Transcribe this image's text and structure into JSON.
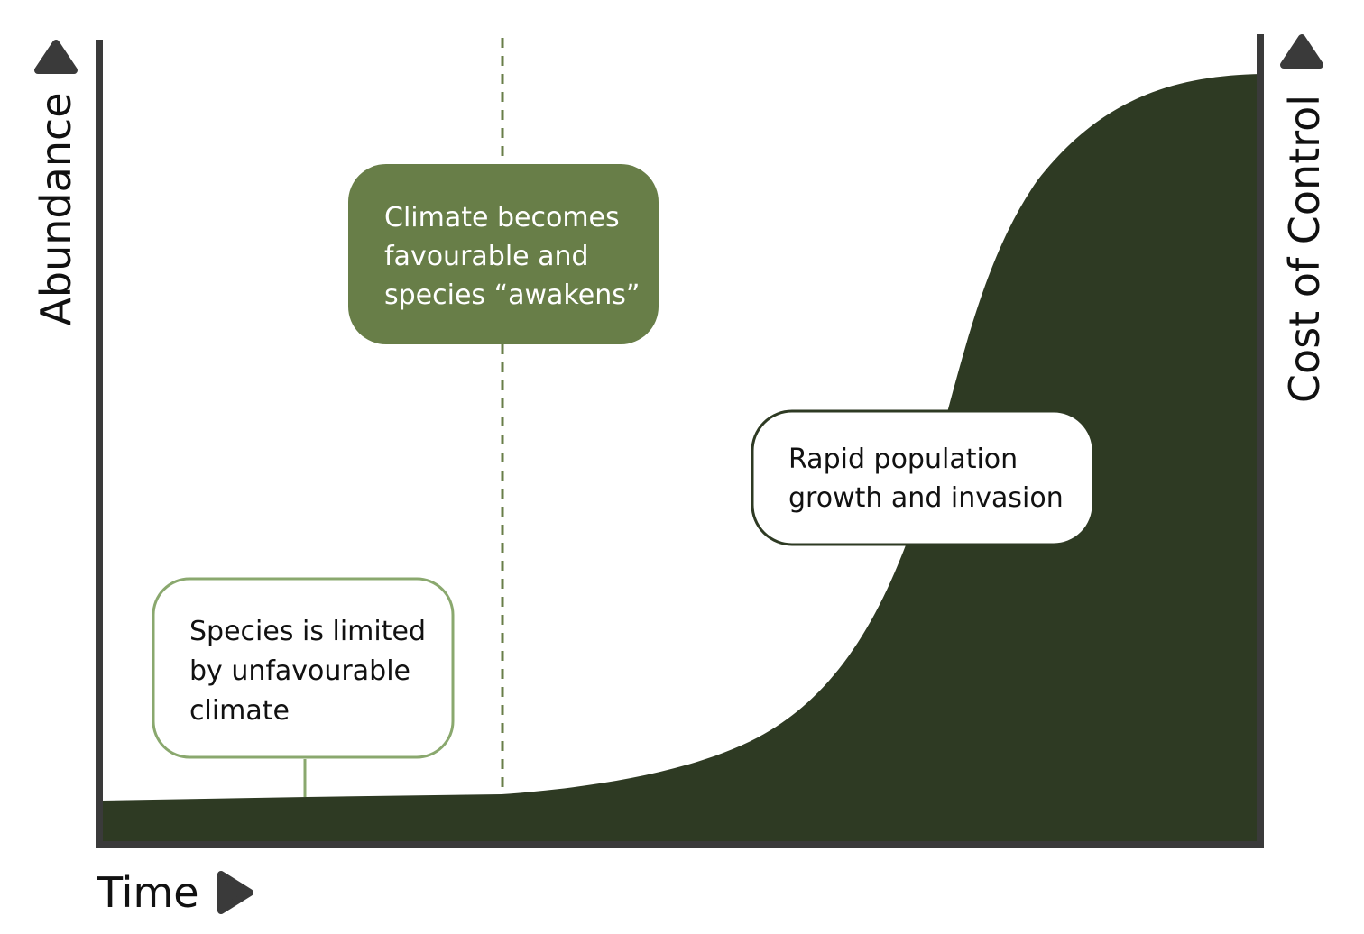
{
  "axes": {
    "x_label": "Time",
    "y_left_label": "Abundance",
    "y_right_label": "Cost of Control"
  },
  "callouts": [
    {
      "lines": [
        "Species is limited",
        "by unfavourable",
        "climate"
      ]
    },
    {
      "lines": [
        "Climate becomes",
        "favourable and",
        "species “awakens”"
      ]
    },
    {
      "lines": [
        "Rapid population",
        "growth and invasion"
      ]
    }
  ],
  "colors": {
    "curve_fill": "#2e3a23",
    "axis": "#3a3a3a",
    "awakens_box": "#687e48",
    "limited_box_border": "#8aa86e",
    "dashed_line": "#687e48"
  }
}
